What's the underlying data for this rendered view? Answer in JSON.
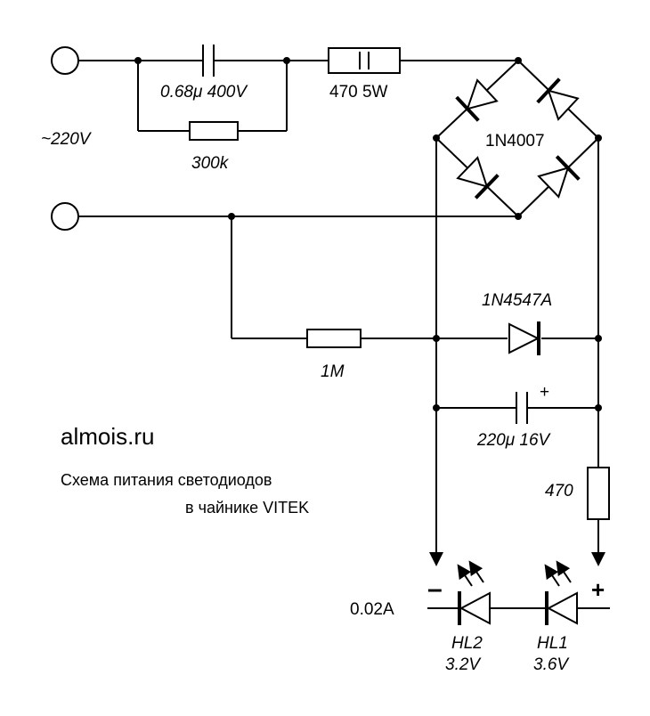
{
  "labels": {
    "cap_top": "0.68μ  400V",
    "res_top": "470  5W",
    "res_parallel": "300k",
    "voltage": "~220V",
    "bridge": "1N4007",
    "zener": "1N4547A",
    "res_1m": "1M",
    "cap_plus": "+",
    "cap_filter": "220μ 16V",
    "res_470": "470",
    "current": "0.02A",
    "minus_sign": "–",
    "plus_sign": "+",
    "hl2_name": "HL2",
    "hl2_voltage": "3.2V",
    "hl1_name": "HL1",
    "hl1_voltage": "3.6V"
  },
  "caption": {
    "site": "almois.ru",
    "line1": "Схема питания светодиодов",
    "line2": "в чайнике VITEK"
  }
}
